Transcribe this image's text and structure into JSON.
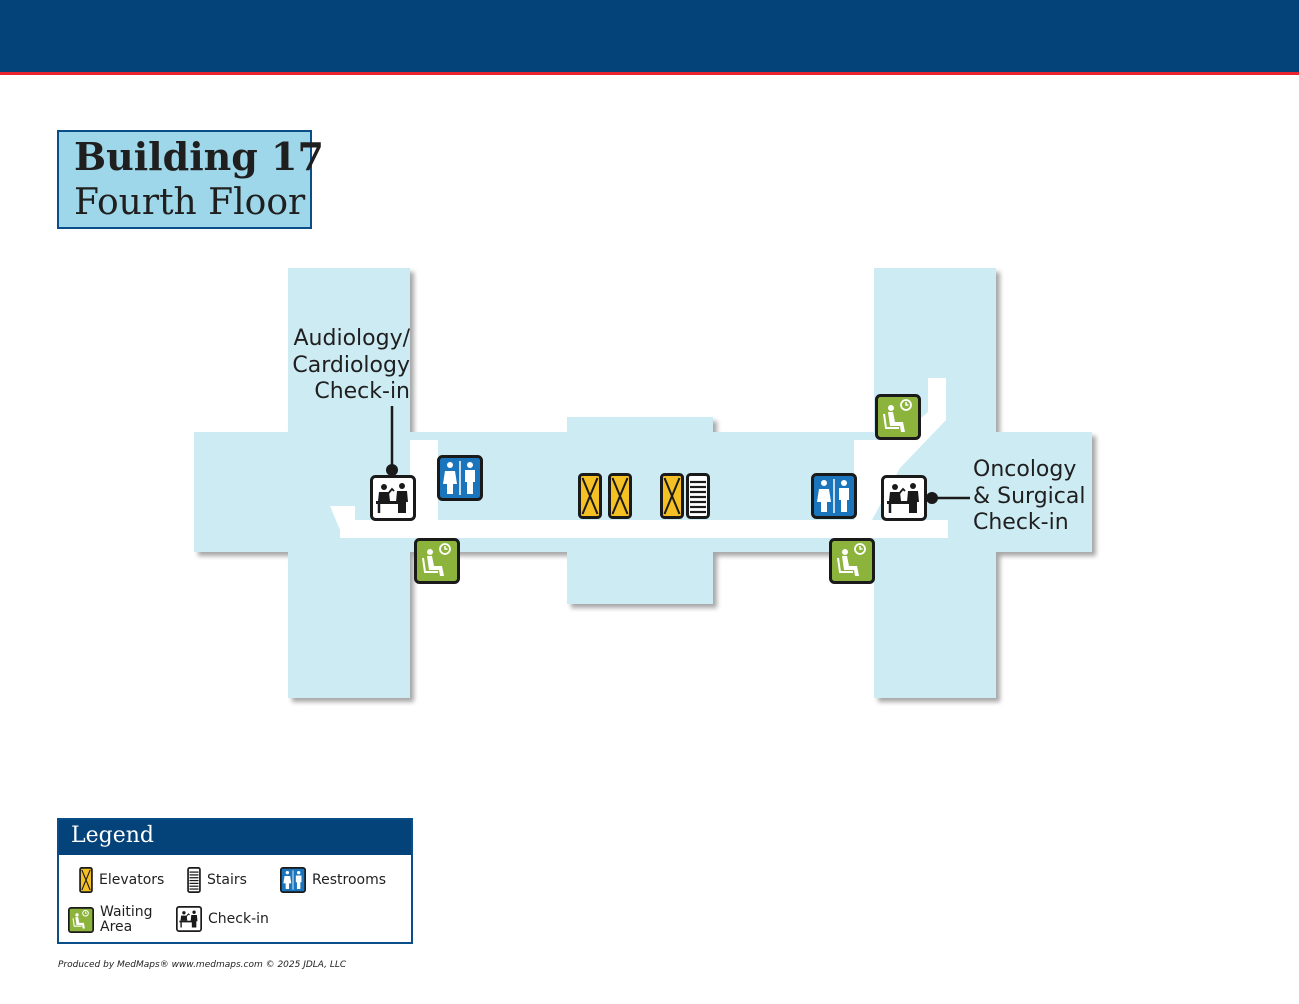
{
  "header": {
    "accent_color": "#04427a",
    "stripe_color": "#e8242f"
  },
  "title": {
    "building": "Building 17",
    "floor": "Fourth Floor",
    "background_color": "#9fd7ea"
  },
  "map": {
    "floor_color": "#cdebf3",
    "corridor_color": "#ffffff",
    "labels": {
      "audiology_line1": "Audiology/",
      "audiology_line2": "Cardiology",
      "audiology_line3": "Check-in",
      "oncology_line1": "Oncology",
      "oncology_line2": "& Surgical",
      "oncology_line3": "Check-in"
    },
    "icons": [
      "check-in-icon",
      "restrooms-icon",
      "elevator-icon",
      "stairs-icon",
      "waiting-area-icon"
    ],
    "icon_colors": {
      "elevator": "#f5c023",
      "restroom": "#1a75bc",
      "waiting": "#8cb43c",
      "checkin": "#ffffff"
    }
  },
  "legend": {
    "title": "Legend",
    "items": [
      {
        "icon": "elevator-icon",
        "label": "Elevators"
      },
      {
        "icon": "stairs-icon",
        "label": "Stairs"
      },
      {
        "icon": "restrooms-icon",
        "label": "Restrooms"
      },
      {
        "icon": "waiting-area-icon",
        "label": "Waiting\nArea"
      },
      {
        "icon": "check-in-icon",
        "label": "Check-in"
      }
    ]
  },
  "credits": "Produced by MedMaps®   www.medmaps.com   © 2025 JDLA, LLC"
}
